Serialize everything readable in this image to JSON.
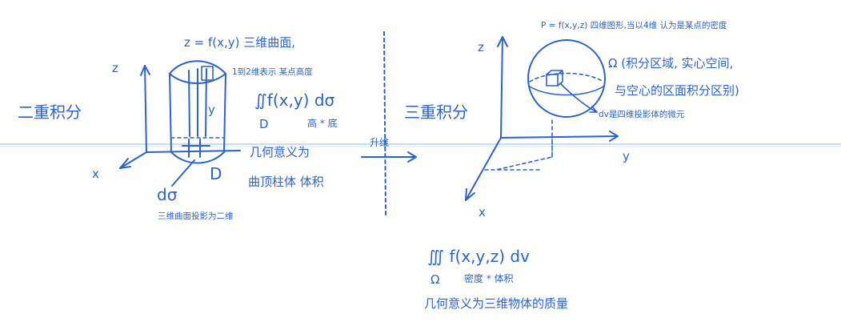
{
  "colors": {
    "ink": "#2a63c9",
    "background": "#ffffff",
    "rule": "#a9c8e8"
  },
  "left": {
    "heading": "二重积分",
    "axis_z": "z",
    "axis_y": "y",
    "axis_x": "x",
    "surface_eq": "z = f(x,y) 三维曲面,",
    "surface_note": "1到2维表示 某点高度",
    "integral": "∬f(x,y) dσ",
    "integral_domain": "D",
    "integral_meaning": "高 * 底",
    "geometry_line1": "几何意义为",
    "geometry_line2": "曲顶柱体 体积",
    "domain_label": "D",
    "dsigma": "dσ",
    "projection_note": "三维曲面投影为二维"
  },
  "center": {
    "arrow_label": "升维"
  },
  "right": {
    "heading": "三重积分",
    "density_note": "P = f(x,y,z) 四维图形,当以4维 认为是某点的密度",
    "axis_z": "z",
    "axis_y": "y",
    "axis_x": "x",
    "omega_line1": "Ω (积分区域, 实心空间,",
    "omega_line2": "与空心的区面积分区别)",
    "dv_note": "dv是四维投影体的微元"
  },
  "bottom": {
    "integral": "∭ f(x,y,z) dv",
    "integral_domain": "Ω",
    "integral_meaning": "密度 * 体积",
    "geometry": "几何意义为三维物体的质量"
  }
}
